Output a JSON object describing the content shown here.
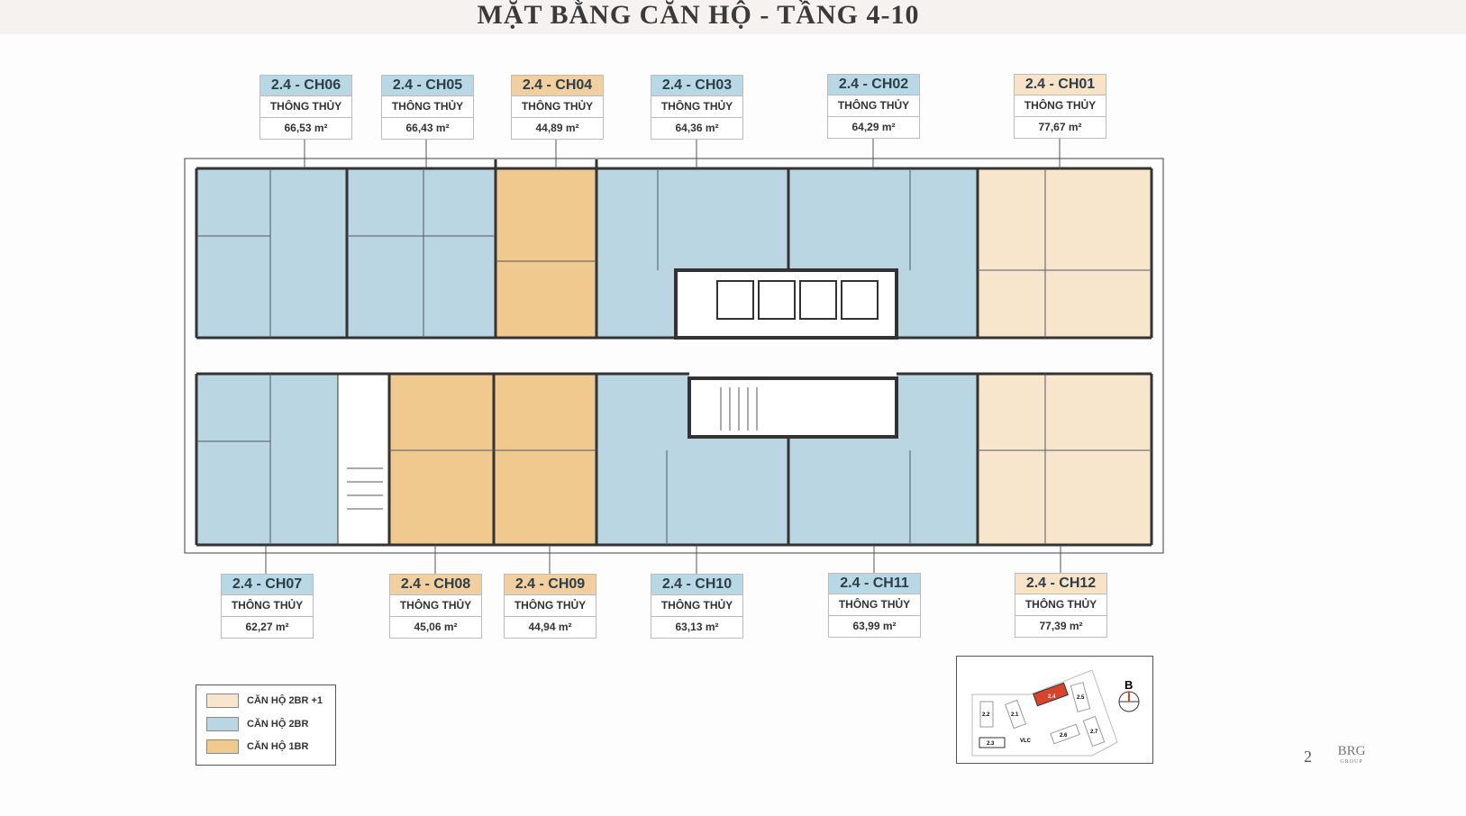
{
  "title": "MẶT BẰNG CĂN HỘ - TẦNG 4-10",
  "area_label": "THÔNG THỦY",
  "units_top": [
    {
      "id": "2.4 - CH06",
      "area": "66,53 m²",
      "type": "2br"
    },
    {
      "id": "2.4 - CH05",
      "area": "66,43 m²",
      "type": "2br"
    },
    {
      "id": "2.4 - CH04",
      "area": "44,89 m²",
      "type": "1br"
    },
    {
      "id": "2.4 - CH03",
      "area": "64,36 m²",
      "type": "2br"
    },
    {
      "id": "2.4 - CH02",
      "area": "64,29 m²",
      "type": "2br"
    },
    {
      "id": "2.4 - CH01",
      "area": "77,67 m²",
      "type": "2br1"
    }
  ],
  "units_bottom": [
    {
      "id": "2.4 - CH07",
      "area": "62,27 m²",
      "type": "2br"
    },
    {
      "id": "2.4 - CH08",
      "area": "45,06 m²",
      "type": "1br"
    },
    {
      "id": "2.4 - CH09",
      "area": "44,94 m²",
      "type": "1br"
    },
    {
      "id": "2.4 - CH10",
      "area": "63,13 m²",
      "type": "2br"
    },
    {
      "id": "2.4 - CH11",
      "area": "63,99 m²",
      "type": "2br"
    },
    {
      "id": "2.4 - CH12",
      "area": "77,39 m²",
      "type": "2br1"
    }
  ],
  "legend": [
    {
      "label": "CĂN HỘ 2BR +1",
      "color": "#f8e6cc"
    },
    {
      "label": "CĂN HỘ 2BR",
      "color": "#b9d6e2"
    },
    {
      "label": "CĂN HỘ 1BR",
      "color": "#f0c98f"
    }
  ],
  "keymap": {
    "buildings": [
      "2.2",
      "2.1",
      "2.4",
      "2.5",
      "2.3",
      "VLC",
      "2.6",
      "2.7"
    ],
    "north": "B",
    "highlight": "#d9432b"
  },
  "page_number": "2",
  "logo": {
    "name": "BRG",
    "sub": "GROUP"
  }
}
